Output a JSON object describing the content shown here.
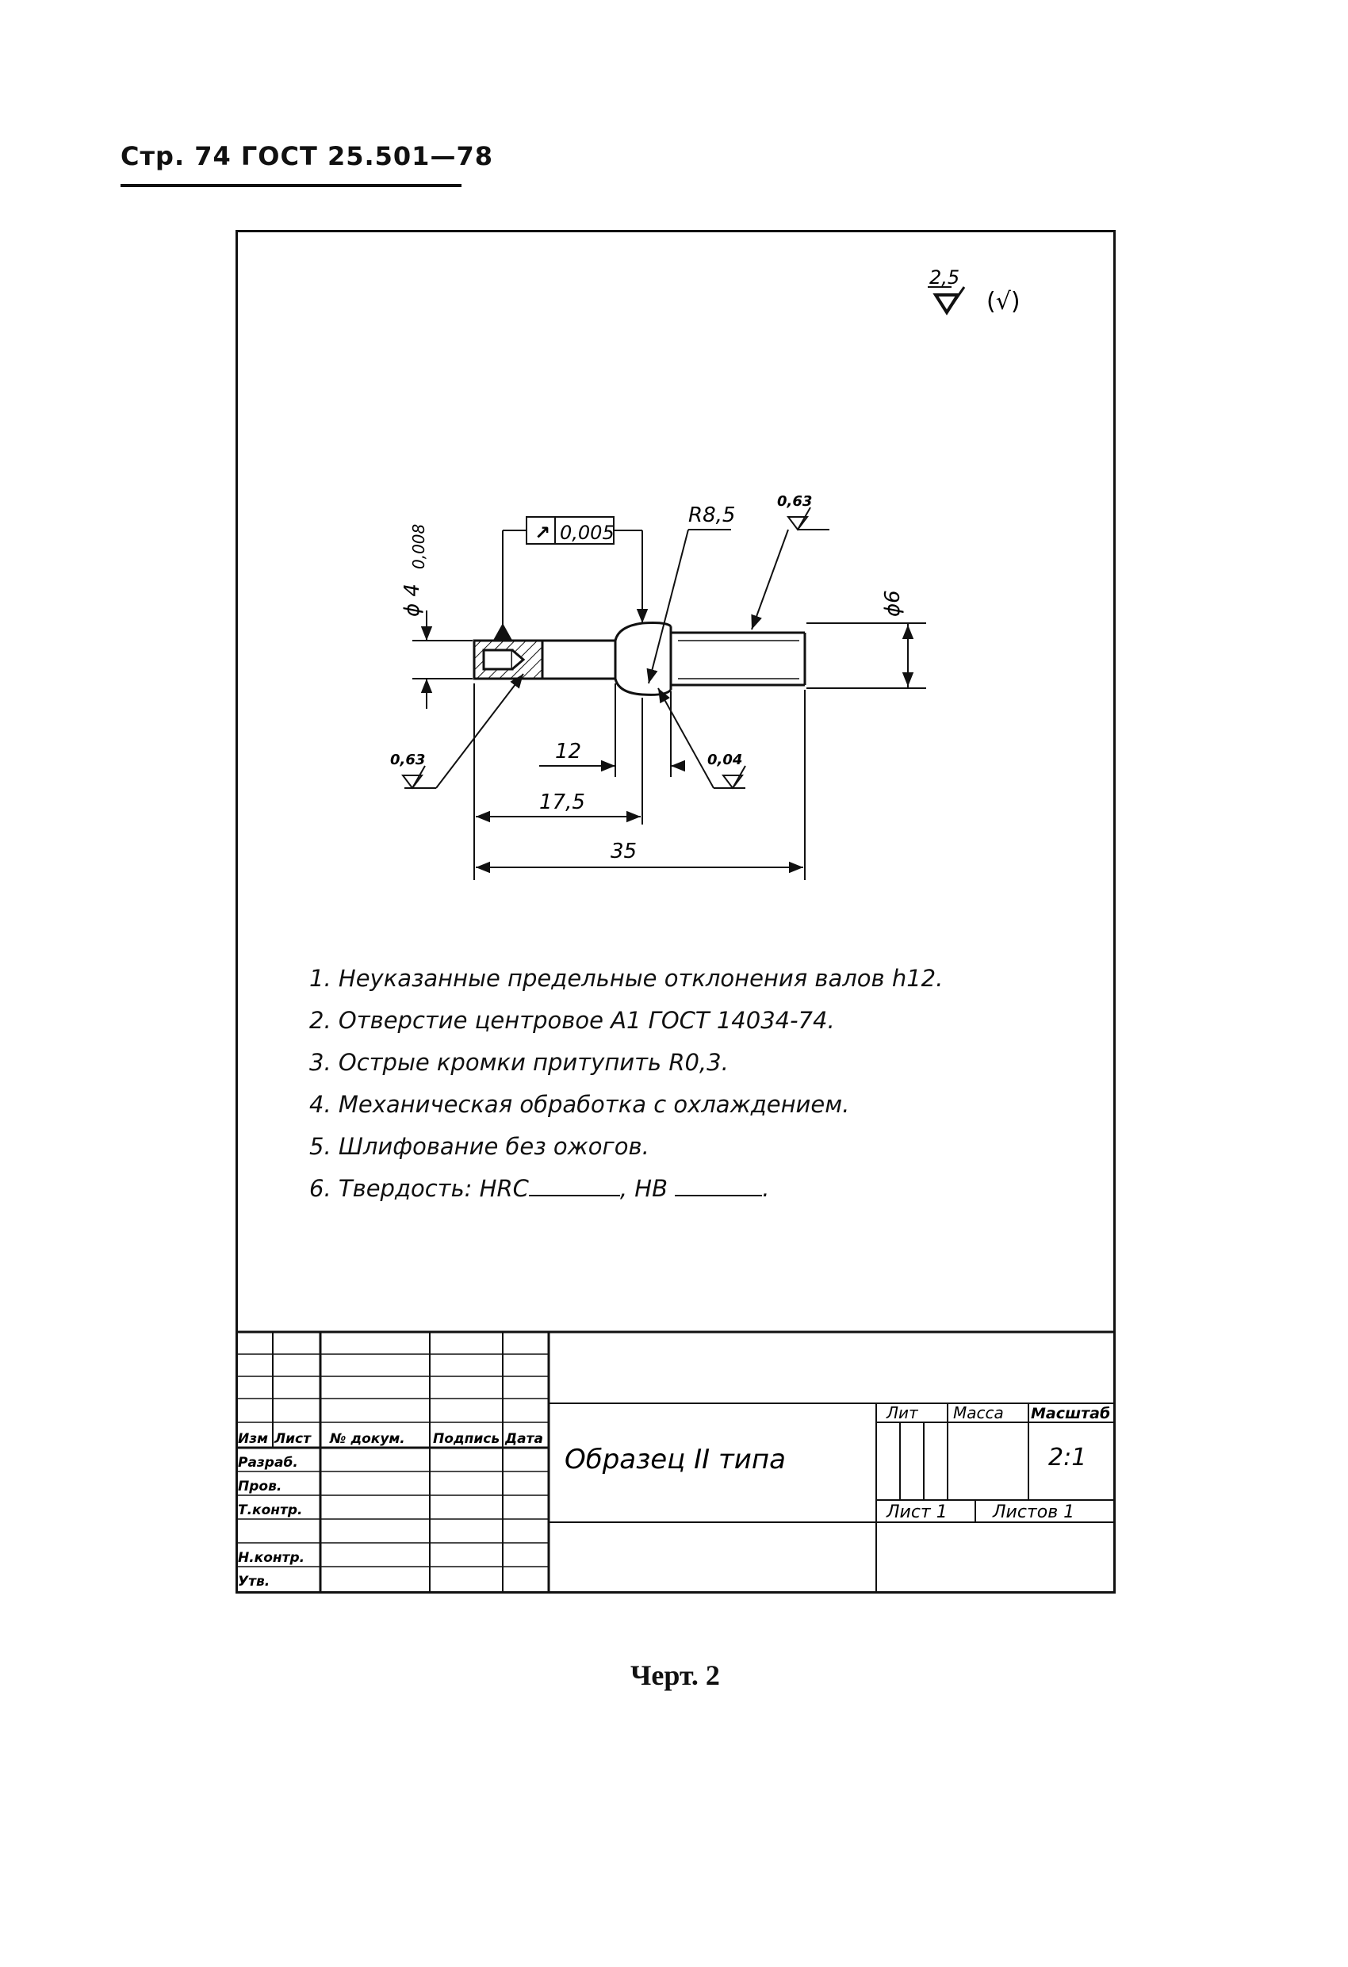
{
  "header": {
    "text": "Стр. 74 ГОСТ 25.501—78"
  },
  "roughness_general": {
    "value": "2,5",
    "suffix": "(√)"
  },
  "drawing": {
    "tolerance_frame": {
      "symbol": "↗",
      "value": "0,005"
    },
    "radius": "R8,5",
    "roughness_top": "0,63",
    "diameter_left": "ϕ 4",
    "diameter_left_tol": "0,008",
    "diameter_right": "ϕ6",
    "roughness_left": "0,63",
    "roughness_right": "0,04",
    "dim_12": "12",
    "dim_17_5": "17,5",
    "dim_35": "35"
  },
  "notes": {
    "n1": "1. Неуказанные предельные отклонения валов h12.",
    "n2": "2. Отверстие центровое А1 ГОСТ 14034-74.",
    "n3": "3. Острые кромки притупить R0,3.",
    "n4": "4. Механическая обработка с охлаждением.",
    "n5": "5. Шлифование без ожогов.",
    "n6_prefix": "6. Твердость: HRC",
    "n6_mid": ", HB",
    "n6_end": "."
  },
  "title_block": {
    "col_izm": "Изм",
    "col_list": "Лист",
    "col_doc": "№ докум.",
    "col_sign": "Подпись",
    "col_date": "Дата",
    "row_razrab": "Разраб.",
    "row_prov": "Пров.",
    "row_tkontr": "Т.контр.",
    "row_nkontr": "Н.контр.",
    "row_utv": "Утв.",
    "title": "Образец II типа",
    "lit": "Лит",
    "massa": "Масса",
    "masshtab": "Масштаб",
    "scale": "2:1",
    "sheet": "Лист 1",
    "sheets": "Листов 1"
  },
  "caption": "Черт. 2"
}
